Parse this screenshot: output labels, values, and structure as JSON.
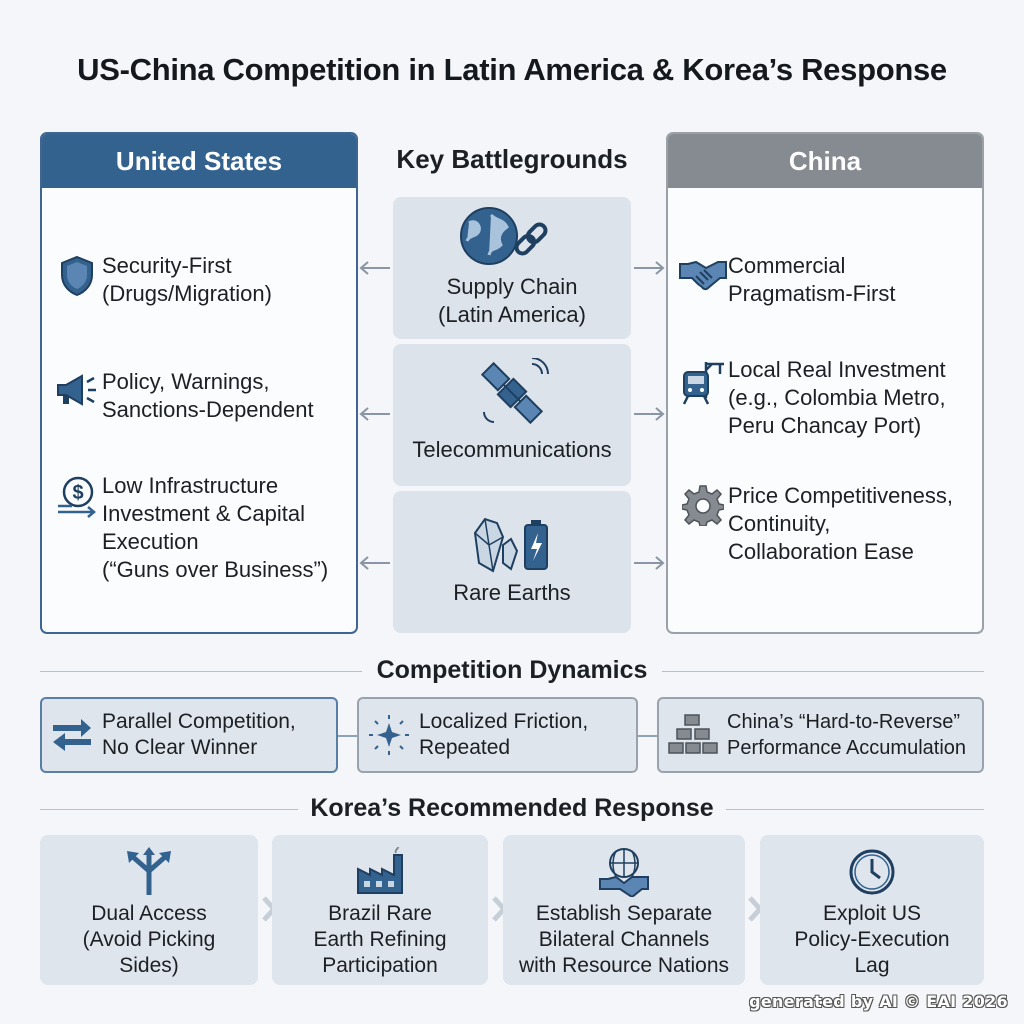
{
  "title": "US-China Competition in Latin America & Korea’s Response",
  "us": {
    "header": "United States",
    "items": [
      {
        "icon": "shield-icon",
        "text": "Security-First\n(Drugs/Migration)"
      },
      {
        "icon": "megaphone-icon",
        "text": "Policy, Warnings,\nSanctions-Dependent"
      },
      {
        "icon": "dollar-coin-icon",
        "text": "Low Infrastructure\nInvestment & Capital\nExecution\n(“Guns over Business”)"
      }
    ]
  },
  "battlegrounds": {
    "title": "Key Battlegrounds",
    "items": [
      {
        "icon": "globe-chain-icon",
        "label": "Supply Chain\n(Latin America)"
      },
      {
        "icon": "satellite-icon",
        "label": "Telecommunications"
      },
      {
        "icon": "crystal-battery-icon",
        "label": "Rare Earths"
      }
    ]
  },
  "china": {
    "header": "China",
    "items": [
      {
        "icon": "handshake-icon",
        "text": "Commercial\nPragmatism-First"
      },
      {
        "icon": "train-crane-icon",
        "text": "Local Real Investment\n(e.g., Colombia Metro,\nPeru Chancay Port)"
      },
      {
        "icon": "gear-icon",
        "text": "Price Competitiveness,\nContinuity,\nCollaboration Ease"
      }
    ]
  },
  "dynamics": {
    "title": "Competition Dynamics",
    "items": [
      {
        "icon": "swap-arrows-icon",
        "text": "Parallel Competition,\nNo Clear Winner"
      },
      {
        "icon": "sparkle-icon",
        "text": "Localized Friction,\nRepeated"
      },
      {
        "icon": "stacked-blocks-icon",
        "text": "China’s “Hard-to-Reverse”\nPerformance Accumulation"
      }
    ]
  },
  "response": {
    "title": "Korea’s Recommended Response",
    "items": [
      {
        "icon": "split-arrows-icon",
        "text": "Dual Access\n(Avoid Picking\nSides)"
      },
      {
        "icon": "factory-icon",
        "text": "Brazil Rare\nEarth Refining\nParticipation"
      },
      {
        "icon": "globe-handshake-icon",
        "text": "Establish Separate\nBilateral Channels\nwith Resource Nations"
      },
      {
        "icon": "clock-icon",
        "text": "Exploit US\nPolicy-Execution\nLag"
      }
    ]
  },
  "footer": "generated by AI © EAI 2026",
  "colors": {
    "us_blue": "#34628f",
    "china_gray": "#858b91",
    "box_fill": "#dde3ea"
  }
}
